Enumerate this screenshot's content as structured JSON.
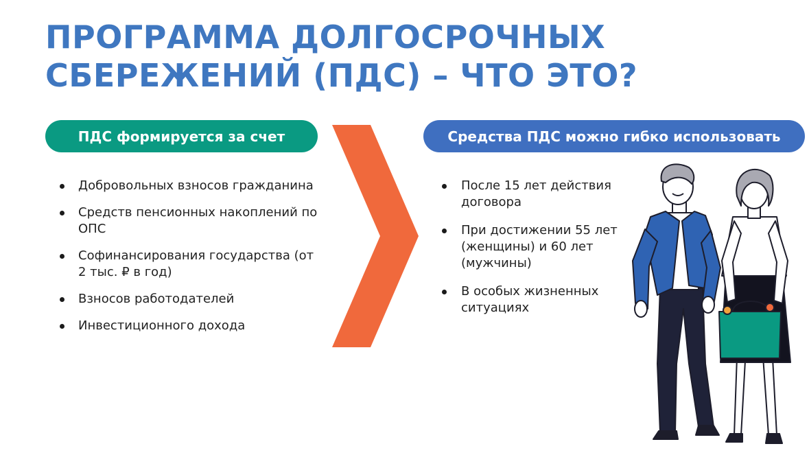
{
  "colors": {
    "title": "#3f77c0",
    "pill_left": "#0a9a82",
    "pill_right": "#3f6fc0",
    "chevron": "#f0693c",
    "jacket": "#2f63b3",
    "bag": "#0a9a82"
  },
  "title": {
    "line1": "ПРОГРАММА ДОЛГОСРОЧНЫХ",
    "line2": "СБЕРЕЖЕНИЙ (ПДС) – ЧТО ЭТО?"
  },
  "left": {
    "heading": "ПДС формируется за счет",
    "items": [
      "Добровольных взносов гражданина",
      "Средств пенсионных накоплений по ОПС",
      "Софинансирования государства (от 2 тыс. ₽ в год)",
      "Взносов работодателей",
      "Инвестиционного дохода"
    ]
  },
  "right": {
    "heading": "Средства ПДС можно гибко использовать",
    "items": [
      "После 15 лет действия договора",
      "При достижении 55 лет (женщины) и 60 лет (мужчины)",
      "В особых жизненных ситуациях"
    ]
  },
  "icons": {
    "arrow": "chevron-right-arrow",
    "illustration": "man-and-woman-illustration"
  }
}
